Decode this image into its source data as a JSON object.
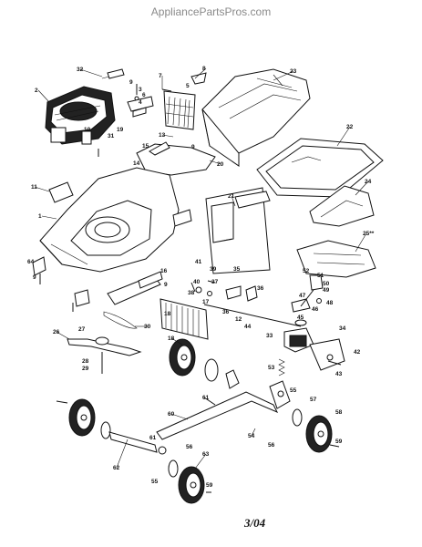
{
  "site": {
    "watermark": "AppliancePartsPros.com"
  },
  "footer": {
    "date": "3/04"
  },
  "callouts": [
    {
      "id": "c32",
      "text": "32"
    },
    {
      "id": "c2",
      "text": "2"
    },
    {
      "id": "c7",
      "text": "7"
    },
    {
      "id": "c8",
      "text": "8"
    },
    {
      "id": "c23",
      "text": "23"
    },
    {
      "id": "c9a",
      "text": "9"
    },
    {
      "id": "c3",
      "text": "3"
    },
    {
      "id": "c5",
      "text": "5"
    },
    {
      "id": "c6",
      "text": "6"
    },
    {
      "id": "c4",
      "text": "4"
    },
    {
      "id": "c10",
      "text": "10"
    },
    {
      "id": "c19",
      "text": "19"
    },
    {
      "id": "c31",
      "text": "31"
    },
    {
      "id": "c13",
      "text": "13"
    },
    {
      "id": "c15",
      "text": "15"
    },
    {
      "id": "c9b",
      "text": "9"
    },
    {
      "id": "c22",
      "text": "22"
    },
    {
      "id": "c14",
      "text": "14"
    },
    {
      "id": "c20",
      "text": "20"
    },
    {
      "id": "c11",
      "text": "11"
    },
    {
      "id": "c1",
      "text": "1"
    },
    {
      "id": "c21",
      "text": "21"
    },
    {
      "id": "c24",
      "text": "24"
    },
    {
      "id": "c25",
      "text": "25**"
    },
    {
      "id": "c64",
      "text": "64"
    },
    {
      "id": "c9c",
      "text": "9"
    },
    {
      "id": "c16",
      "text": "16"
    },
    {
      "id": "c41",
      "text": "41"
    },
    {
      "id": "c39",
      "text": "39"
    },
    {
      "id": "c35",
      "text": "35"
    },
    {
      "id": "c52",
      "text": "52"
    },
    {
      "id": "c51",
      "text": "51"
    },
    {
      "id": "c50",
      "text": "50"
    },
    {
      "id": "c49",
      "text": "49"
    },
    {
      "id": "c48",
      "text": "48"
    },
    {
      "id": "c40",
      "text": "40"
    },
    {
      "id": "c38",
      "text": "38"
    },
    {
      "id": "c37",
      "text": "37"
    },
    {
      "id": "c36a",
      "text": "36"
    },
    {
      "id": "c9d",
      "text": "9"
    },
    {
      "id": "c17",
      "text": "17"
    },
    {
      "id": "c47",
      "text": "47"
    },
    {
      "id": "c46",
      "text": "46"
    },
    {
      "id": "c18",
      "text": "18"
    },
    {
      "id": "c36b",
      "text": "36"
    },
    {
      "id": "c12",
      "text": "12"
    },
    {
      "id": "c45",
      "text": "45"
    },
    {
      "id": "c44",
      "text": "44"
    },
    {
      "id": "c33",
      "text": "33"
    },
    {
      "id": "c34",
      "text": "34"
    },
    {
      "id": "c42",
      "text": "42"
    },
    {
      "id": "c43",
      "text": "43"
    },
    {
      "id": "c26",
      "text": "26"
    },
    {
      "id": "c27",
      "text": "27"
    },
    {
      "id": "c30",
      "text": "30"
    },
    {
      "id": "c28",
      "text": "28"
    },
    {
      "id": "c29",
      "text": "29"
    },
    {
      "id": "c53",
      "text": "53"
    },
    {
      "id": "c61a",
      "text": "61"
    },
    {
      "id": "c60",
      "text": "60"
    },
    {
      "id": "c55a",
      "text": "55"
    },
    {
      "id": "c57",
      "text": "57"
    },
    {
      "id": "c58",
      "text": "58"
    },
    {
      "id": "c54",
      "text": "54"
    },
    {
      "id": "c56a",
      "text": "56"
    },
    {
      "id": "c59a",
      "text": "59"
    },
    {
      "id": "c61b",
      "text": "61"
    },
    {
      "id": "c56b",
      "text": "56"
    },
    {
      "id": "c63",
      "text": "63"
    },
    {
      "id": "c62",
      "text": "62"
    },
    {
      "id": "c55b",
      "text": "55"
    },
    {
      "id": "c59b",
      "text": "59"
    },
    {
      "id": "c18x",
      "text": "18"
    }
  ]
}
